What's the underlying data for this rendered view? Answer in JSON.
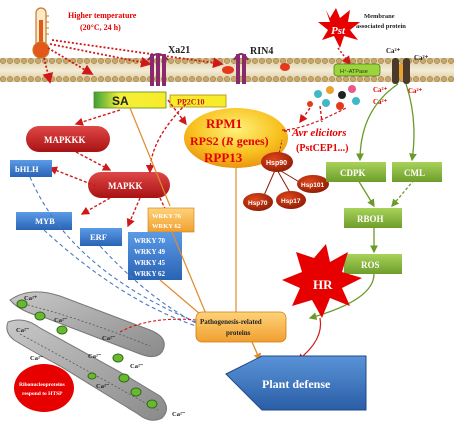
{
  "temperature": {
    "line1": "Higher temperature",
    "line2": "(20°C, 24 h)"
  },
  "pathogen": {
    "label": "Pst",
    "membrane_note_1": "Membrane",
    "membrane_note_2": "associated protein"
  },
  "receptors": {
    "xa21": "Xa21",
    "rin4": "RIN4",
    "atpase": "H⁺-ATPase"
  },
  "ions": {
    "ca": "Ca²⁺",
    "ca_minus": "Ca²⁻",
    "ca_plus": "Ca²⁺"
  },
  "sa": {
    "label": "SA"
  },
  "pp2c10": {
    "label": "PP2C10"
  },
  "r_genes": {
    "line1": "RPM1",
    "line2a": "RPS2 (",
    "line2b": "R",
    "line2c": " genes)",
    "line3": "RPP13"
  },
  "avr": {
    "line1": "Avr elicitors",
    "line2": "(PstCEP1...)"
  },
  "mapk": {
    "kkk": "MAPKKK",
    "kk": "MAPKK"
  },
  "tfs": {
    "bhlh": "bHLH",
    "myb": "MYB",
    "erf": "ERF"
  },
  "wrky_a": {
    "line1": "WRKY 76",
    "line2": "WRKY 62"
  },
  "wrky_b": {
    "lines": [
      "WRKY 70",
      "WRKY 49",
      "WRKY 45",
      "WRKY 62"
    ]
  },
  "hsp": {
    "hsp90": "Hsp90",
    "hsp70": "Hsp70",
    "hsp17": "Hsp17",
    "hsp101": "Hsp101"
  },
  "calcium": {
    "cdpk": "CDPK",
    "cml": "CML",
    "rboh": "RBOH",
    "ros": "ROS"
  },
  "hr": {
    "label": "HR"
  },
  "pr": {
    "line1": "Pathogenesis-related",
    "line2": "proteins"
  },
  "defense": {
    "label": "Plant defense"
  },
  "ribo": {
    "line1": "Ribonucleoproteins",
    "line2": "respond to HTSP"
  },
  "colors": {
    "red": "#e60000",
    "blue": "#3f7fd1",
    "green": "#8dbb3e",
    "orange": "#f3a33a",
    "darkred": "#b01515",
    "navy": "#2f4f8f"
  }
}
